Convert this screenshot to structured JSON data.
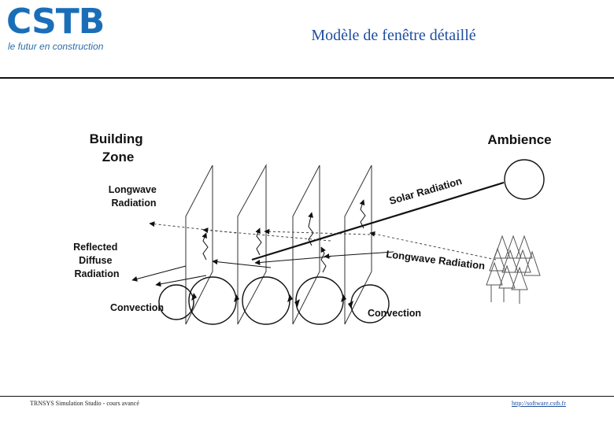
{
  "header": {
    "logo_text": "CSTB",
    "logo_tagline": "le futur en construction",
    "title": "Modèle de fenêtre détaillé"
  },
  "diagram": {
    "building_zone": [
      "Building",
      "Zone"
    ],
    "ambience": "Ambience",
    "longwave_radiation_left": [
      "Longwave",
      "Radiation"
    ],
    "reflected_diffuse_radiation": [
      "Reflected",
      "Diffuse",
      "Radiation"
    ],
    "convection_left": "Convection",
    "convection_right": "Convection",
    "solar_radiation": "Solar Radiation",
    "longwave_radiation_right": "Longwave Radiation"
  },
  "footer": {
    "left": "TRNSYS Simulation Studio - cours avancé",
    "right": "http://software.cstb.fr"
  }
}
